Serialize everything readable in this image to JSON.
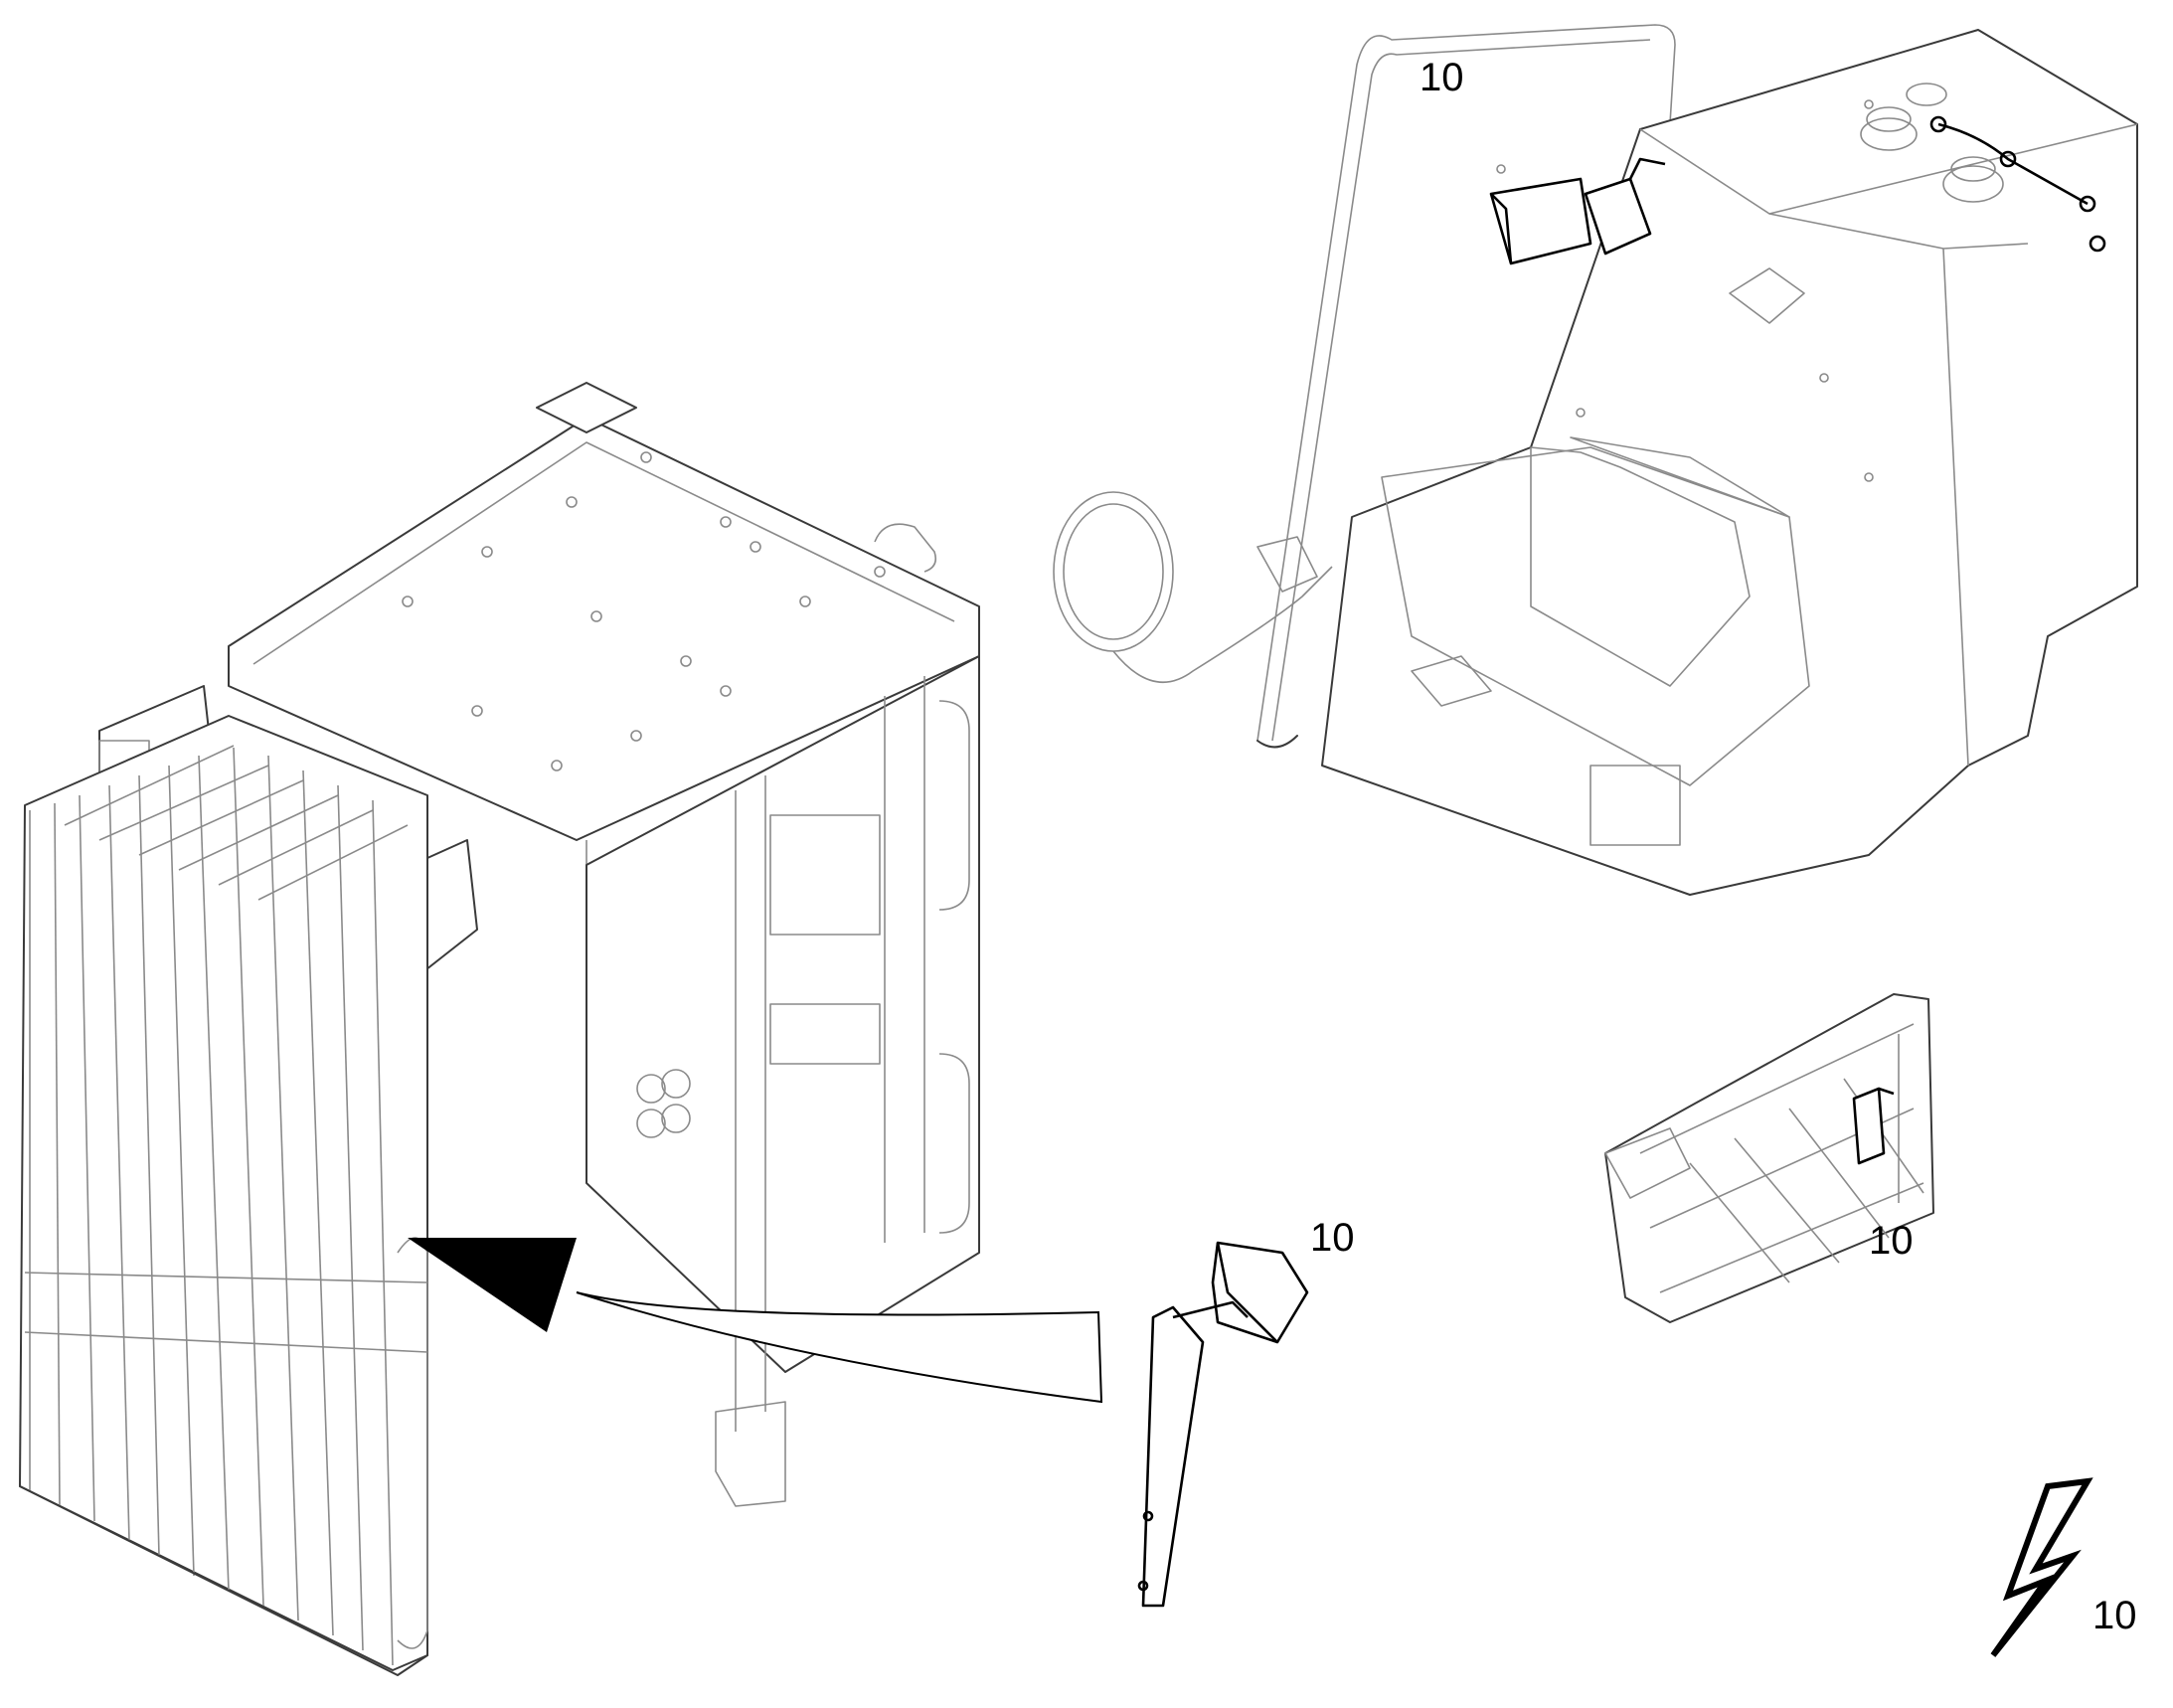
{
  "callouts": {
    "top_right": "10",
    "detail_bracket": "10",
    "bottom_right_assembly": "10",
    "electric_symbol": "10"
  },
  "icons": {
    "electric": "lightning-bolt-icon"
  }
}
